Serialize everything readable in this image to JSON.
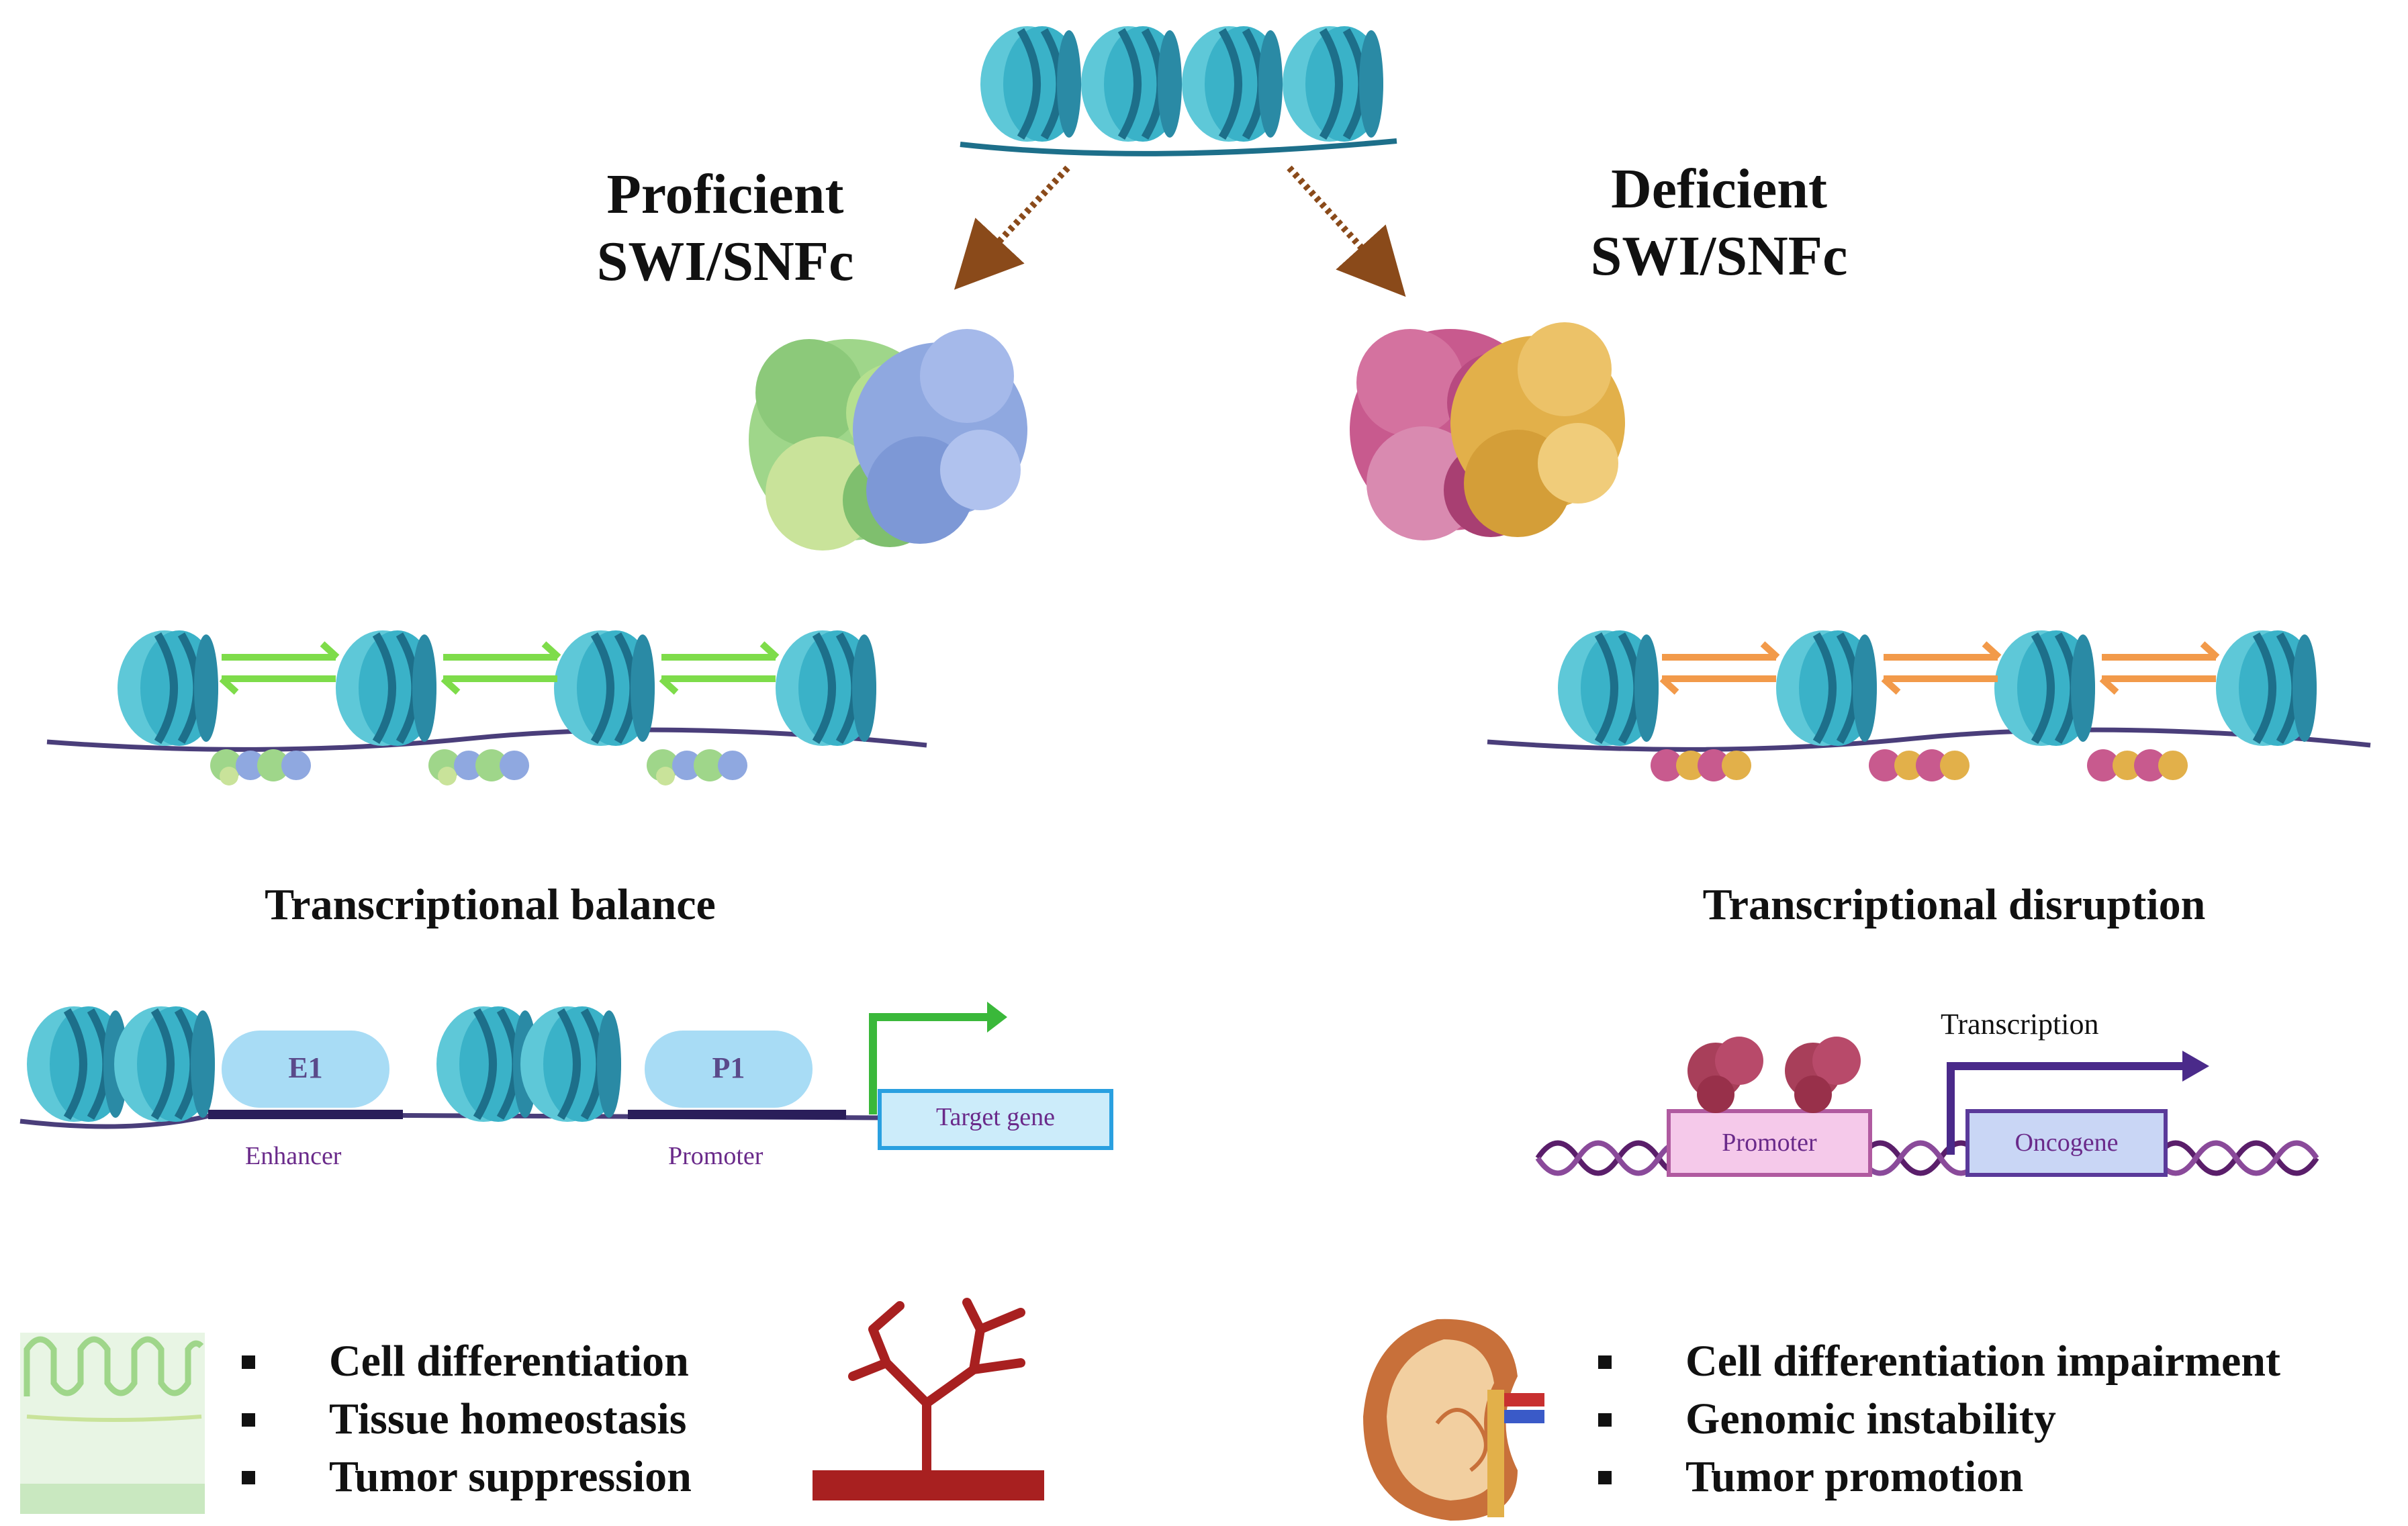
{
  "colors": {
    "nucleosome_light": "#5ec8d8",
    "nucleosome_dark": "#1d6f8a",
    "dna": "#4a3e7a",
    "proficient_green": "#8cc97a",
    "proficient_blue": "#8fa8e0",
    "deficient_pink": "#c85a8e",
    "deficient_gold": "#e2b04a",
    "green_arrow": "#7edc4a",
    "orange_arrow": "#f29a4a",
    "brown_arrow": "#8a4a1a",
    "label_purple": "#6a2a8a",
    "promoter_fill": "#f5c9ea",
    "oncogene_fill": "#c9d6f5",
    "enhancer_pill": "#a8dcf5"
  },
  "left": {
    "title_line1": "Proficient",
    "title_line2": "SWI/SNFc",
    "section_title": "Transcriptional balance",
    "element_e": "E1",
    "element_p": "P1",
    "enhancer_label": "Enhancer",
    "promoter_label": "Promoter",
    "target_gene": "Target gene",
    "bullets": [
      "Cell differentiation",
      "Tissue homeostasis",
      "Tumor suppression"
    ],
    "icons": [
      "intestinal-epithelium-icon",
      "blood-vessel-icon"
    ]
  },
  "right": {
    "title_line1": "Deficient",
    "title_line2": "SWI/SNFc",
    "section_title": "Transcriptional disruption",
    "transcription_label": "Transcription",
    "promoter_box": "Promoter",
    "oncogene_box": "Oncogene",
    "bullets": [
      "Cell differentiation impairment",
      "Genomic instability",
      "Tumor promotion"
    ],
    "icons": [
      "kidney-icon"
    ]
  }
}
